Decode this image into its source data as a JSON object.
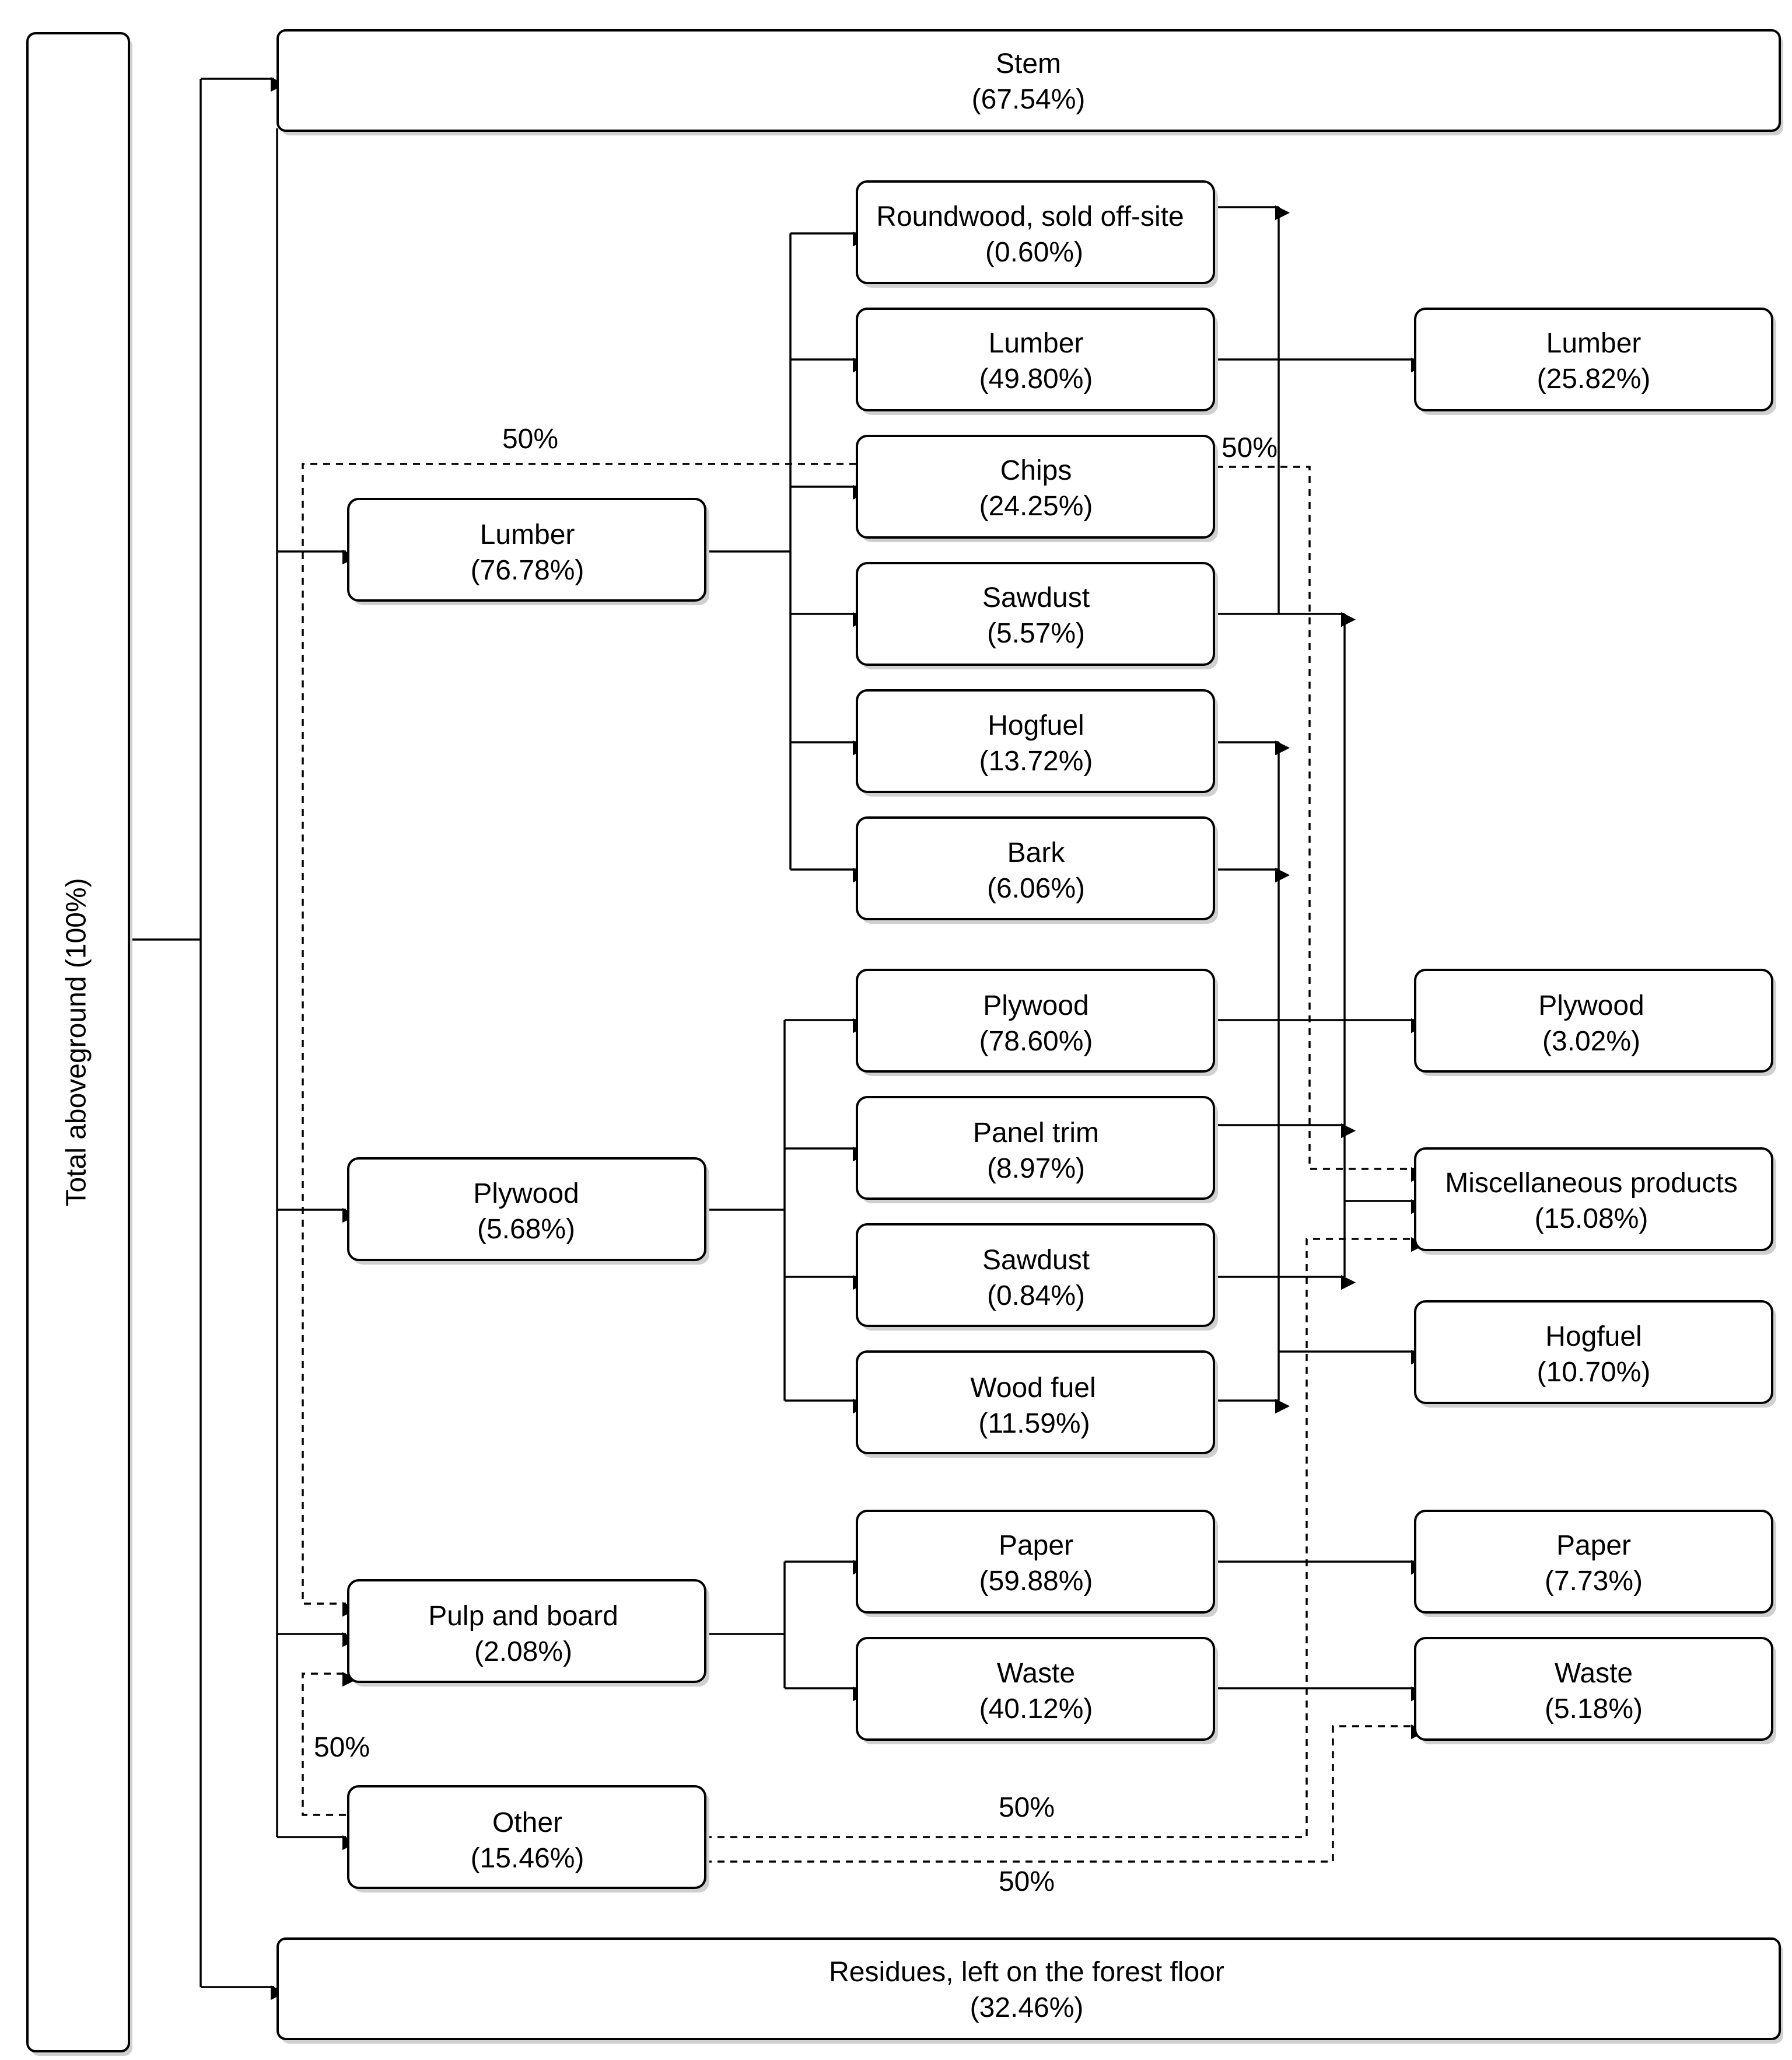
{
  "nodes": {
    "total": {
      "label": "Total aboveground (100%)"
    },
    "stem": {
      "name": "Stem",
      "value": "(67.54%)"
    },
    "residues": {
      "name": "Residues, left on the forest floor",
      "value": "(32.46%)"
    },
    "lumber_mill": {
      "name": "Lumber",
      "value": "(76.78%)"
    },
    "plywood_mill": {
      "name": "Plywood",
      "value": "(5.68%)"
    },
    "pulp_board": {
      "name": "Pulp and board",
      "value": "(2.08%)"
    },
    "other": {
      "name": "Other",
      "value": "(15.46%)"
    },
    "roundwood": {
      "name": "Roundwood, sold off-site",
      "value": "(0.60%)"
    },
    "lumber_out": {
      "name": "Lumber",
      "value": "(49.80%)"
    },
    "chips": {
      "name": "Chips",
      "value": "(24.25%)"
    },
    "sawdust_lumber": {
      "name": "Sawdust",
      "value": "(5.57%)"
    },
    "hogfuel_lumber": {
      "name": "Hogfuel",
      "value": "(13.72%)"
    },
    "bark": {
      "name": "Bark",
      "value": "(6.06%)"
    },
    "plywood_out": {
      "name": "Plywood",
      "value": "(78.60%)"
    },
    "panel_trim": {
      "name": "Panel trim",
      "value": "(8.97%)"
    },
    "sawdust_plywood": {
      "name": "Sawdust",
      "value": "(0.84%)"
    },
    "wood_fuel": {
      "name": "Wood fuel",
      "value": "(11.59%)"
    },
    "paper_out": {
      "name": "Paper",
      "value": "(59.88%)"
    },
    "waste_out": {
      "name": "Waste",
      "value": "(40.12%)"
    },
    "final_lumber": {
      "name": "Lumber",
      "value": "(25.82%)"
    },
    "final_plywood": {
      "name": "Plywood",
      "value": "(3.02%)"
    },
    "final_misc": {
      "name": "Miscellaneous products",
      "value": "(15.08%)"
    },
    "final_hogfuel": {
      "name": "Hogfuel",
      "value": "(10.70%)"
    },
    "final_paper": {
      "name": "Paper",
      "value": "(7.73%)"
    },
    "final_waste": {
      "name": "Waste",
      "value": "(5.18%)"
    }
  },
  "edge_labels": {
    "chips_to_pulp": "50%",
    "chips_to_misc": "50%",
    "other_to_pulp": "50%",
    "other_to_misc": "50%",
    "other_to_waste": "50%"
  }
}
